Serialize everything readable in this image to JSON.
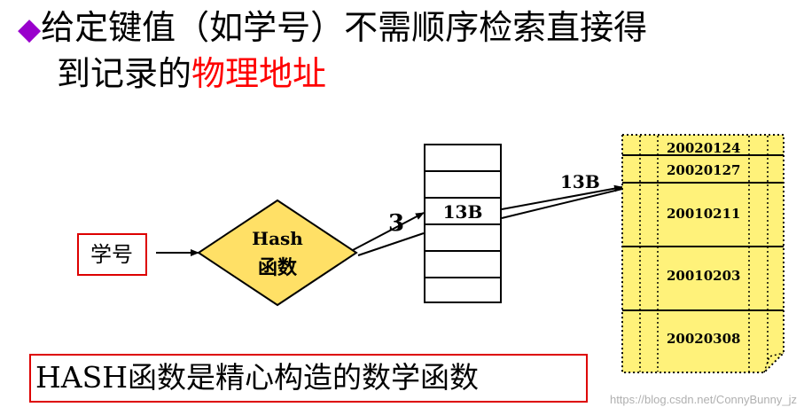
{
  "title": {
    "bullet": "◆",
    "line1": "给定键值（如学号）不需顺序检索直接得",
    "line2_prefix": "到记录的",
    "line2_highlight": "物理地址"
  },
  "diagram": {
    "input_label": "学号",
    "hash_line1": "Hash",
    "hash_line2": "函数",
    "hash_value": "3",
    "bucket_value": "13B",
    "pointer_label": "13B",
    "records": [
      "20020124",
      "20020127",
      "20010211",
      "20010203",
      "20020308"
    ]
  },
  "footer": {
    "text": "HASH函数是精心构造的数学函数"
  },
  "watermark": "https://blog.csdn.net/ConnyBunny_jz",
  "colors": {
    "bullet": "#9900cc",
    "highlight": "#ff0000",
    "diamond_fill": "#ffe066",
    "record_fill": "#fff27a",
    "box_border": "#dd0000"
  }
}
